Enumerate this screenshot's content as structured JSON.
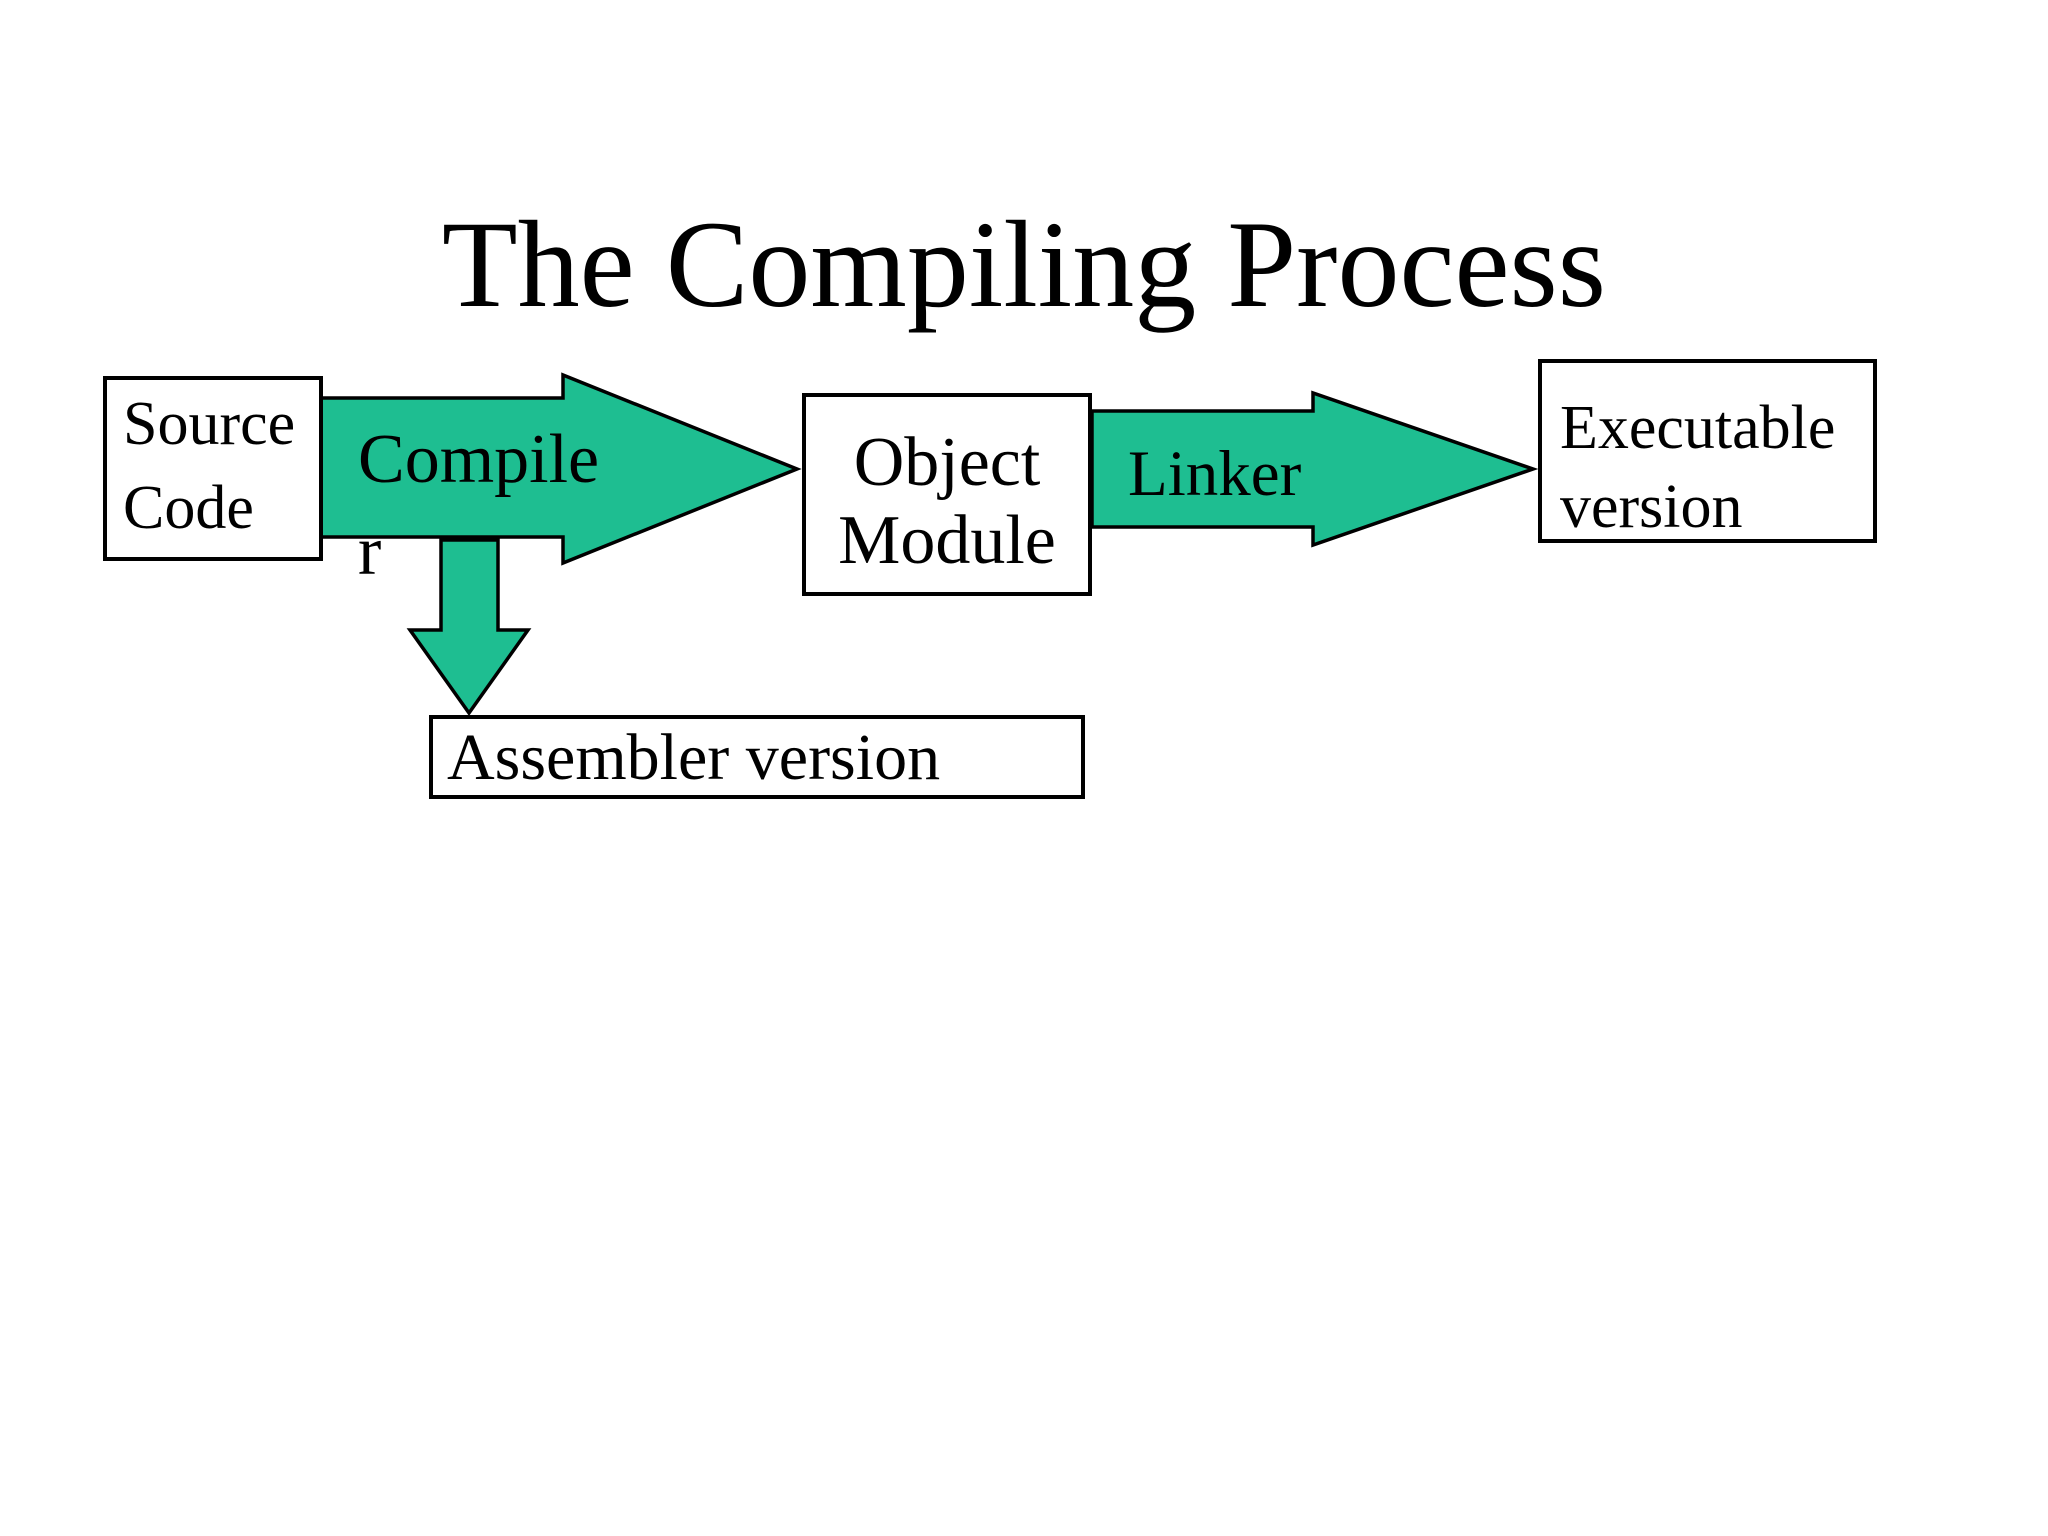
{
  "slide": {
    "title": "The Compiling Process"
  },
  "colors": {
    "arrow_fill": "#1ebe91",
    "outline": "#000000",
    "background": "#ffffff",
    "text": "#000000"
  },
  "boxes": {
    "source": {
      "lines": [
        "Source",
        "Code"
      ]
    },
    "object": {
      "lines": [
        "Object",
        "Module"
      ]
    },
    "executable": {
      "lines": [
        "Executable",
        "version"
      ]
    },
    "assembler": {
      "lines": [
        "Assembler version"
      ]
    }
  },
  "arrows": {
    "compiler": {
      "lines": [
        "Compile",
        "r"
      ],
      "direction": "right"
    },
    "linker": {
      "lines": [
        "Linker"
      ],
      "direction": "right"
    },
    "compiler_to_assembler": {
      "lines": [],
      "direction": "down"
    }
  }
}
